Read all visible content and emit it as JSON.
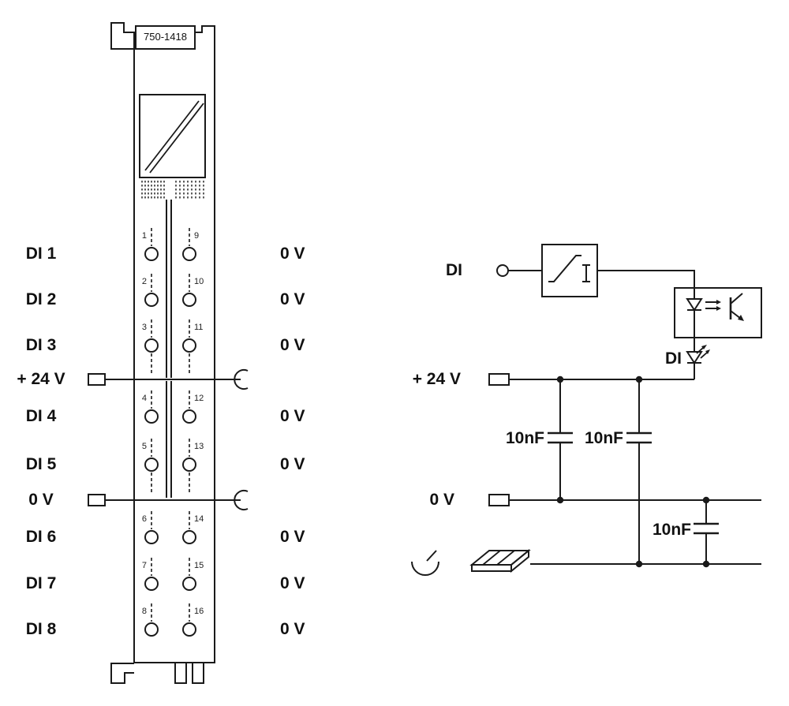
{
  "module": {
    "part_number": "750-1418",
    "channel_labels": [
      "DI 1",
      "DI 2",
      "DI 3",
      "+ 24 V",
      "DI 4",
      "DI 5",
      "0 V",
      "DI 6",
      "DI 7",
      "DI 8"
    ],
    "right_labels": [
      "0 V",
      "0 V",
      "0 V",
      "0 V",
      "0 V",
      "0 V",
      "0 V",
      "0 V"
    ],
    "terminal_numbers": [
      "1",
      "2",
      "3",
      "4",
      "5",
      "6",
      "7",
      "8",
      "9",
      "10",
      "11",
      "12",
      "13",
      "14",
      "15",
      "16"
    ]
  },
  "schematic": {
    "input_label": "DI",
    "led_label": "DI",
    "supply_rail_label": "+ 24 V",
    "zero_volt_rail_label": "0 V",
    "capacitors": [
      "10nF",
      "10nF",
      "10nF"
    ],
    "icons": [
      "input-filter-icon",
      "optocoupler-icon",
      "led-indicator-icon",
      "earth-ground-icon",
      "din-rail-icon",
      "jumper-contact-hook-icon"
    ]
  },
  "colors": {
    "line": "#1a1a1a",
    "text": "#111111",
    "background": "#ffffff"
  }
}
